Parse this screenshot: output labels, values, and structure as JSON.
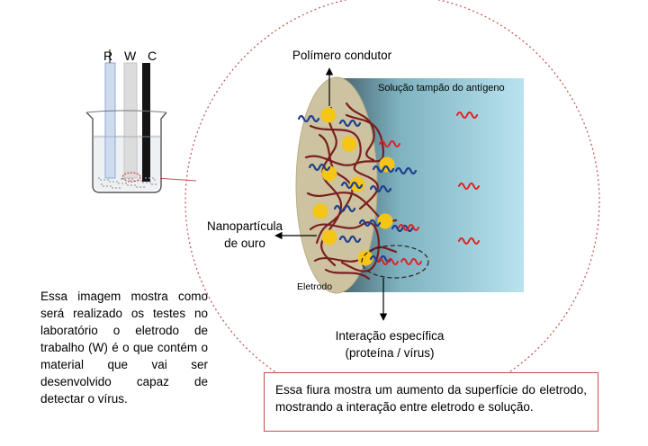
{
  "electrodes": {
    "r": "R",
    "w": "W",
    "c": "C"
  },
  "labels": {
    "polymer": "Polímero condutor",
    "buffer": "Solução tampão do antígeno",
    "nano_line1": "Nanopartícula",
    "nano_line2": "de ouro",
    "electrode": "Eletrodo",
    "interaction_line1": "Interação específica",
    "interaction_line2": "(proteína / vírus)"
  },
  "captions": {
    "left": "Essa imagem mostra como será realizado os testes no laboratório o eletrodo de trabalho (W) é o que contém  o material que vai ser desenvolvido capaz de detectar o vírus.",
    "right": "Essa fiura mostra um aumento da superfície do eletrodo, mostrando a interação entre eletrodo e solução."
  },
  "colors": {
    "gold": "#f5c518",
    "polymer": "#7a1f1f",
    "antibody": "#1f3f8f",
    "virus": "#e02020",
    "callout": "#c0504d"
  }
}
